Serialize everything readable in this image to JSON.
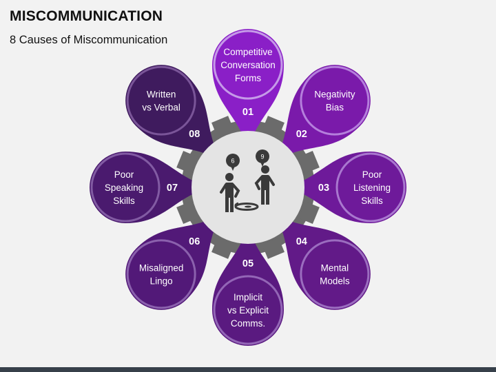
{
  "title": "MISCOMMUNICATION",
  "subtitle": "8 Causes of Miscommunication",
  "colors": {
    "background": "#f2f2f2",
    "gear": "#6b6b6b",
    "hub": "#e4e4e4",
    "figure": "#3a3a3a",
    "bottom_bar": "#37404a"
  },
  "bubbles": [
    "6",
    "9"
  ],
  "petals": [
    {
      "number": "01",
      "lines": [
        "Competitive",
        "Conversation",
        "Forms"
      ],
      "color": "#8a1fc7",
      "ring": "#c59ae8"
    },
    {
      "number": "02",
      "lines": [
        "Negativity",
        "Bias"
      ],
      "color": "#7a1aaa",
      "ring": "#b57fdc"
    },
    {
      "number": "03",
      "lines": [
        "Poor",
        "Listening",
        "Skills"
      ],
      "color": "#6e1a9a",
      "ring": "#a978cf"
    },
    {
      "number": "04",
      "lines": [
        "Mental",
        "Models"
      ],
      "color": "#621a88",
      "ring": "#9b6dbf"
    },
    {
      "number": "05",
      "lines": [
        "Implicit",
        "vs Explicit",
        "Comms."
      ],
      "color": "#5a1a80",
      "ring": "#9366b6"
    },
    {
      "number": "06",
      "lines": [
        "Misaligned",
        "Lingo"
      ],
      "color": "#521978",
      "ring": "#8b61ad"
    },
    {
      "number": "07",
      "lines": [
        "Poor",
        "Speaking",
        "Skills"
      ],
      "color": "#4a1a6e",
      "ring": "#825ba3"
    },
    {
      "number": "08",
      "lines": [
        "Written",
        "vs Verbal"
      ],
      "color": "#3f1b5e",
      "ring": "#7a5598"
    }
  ]
}
